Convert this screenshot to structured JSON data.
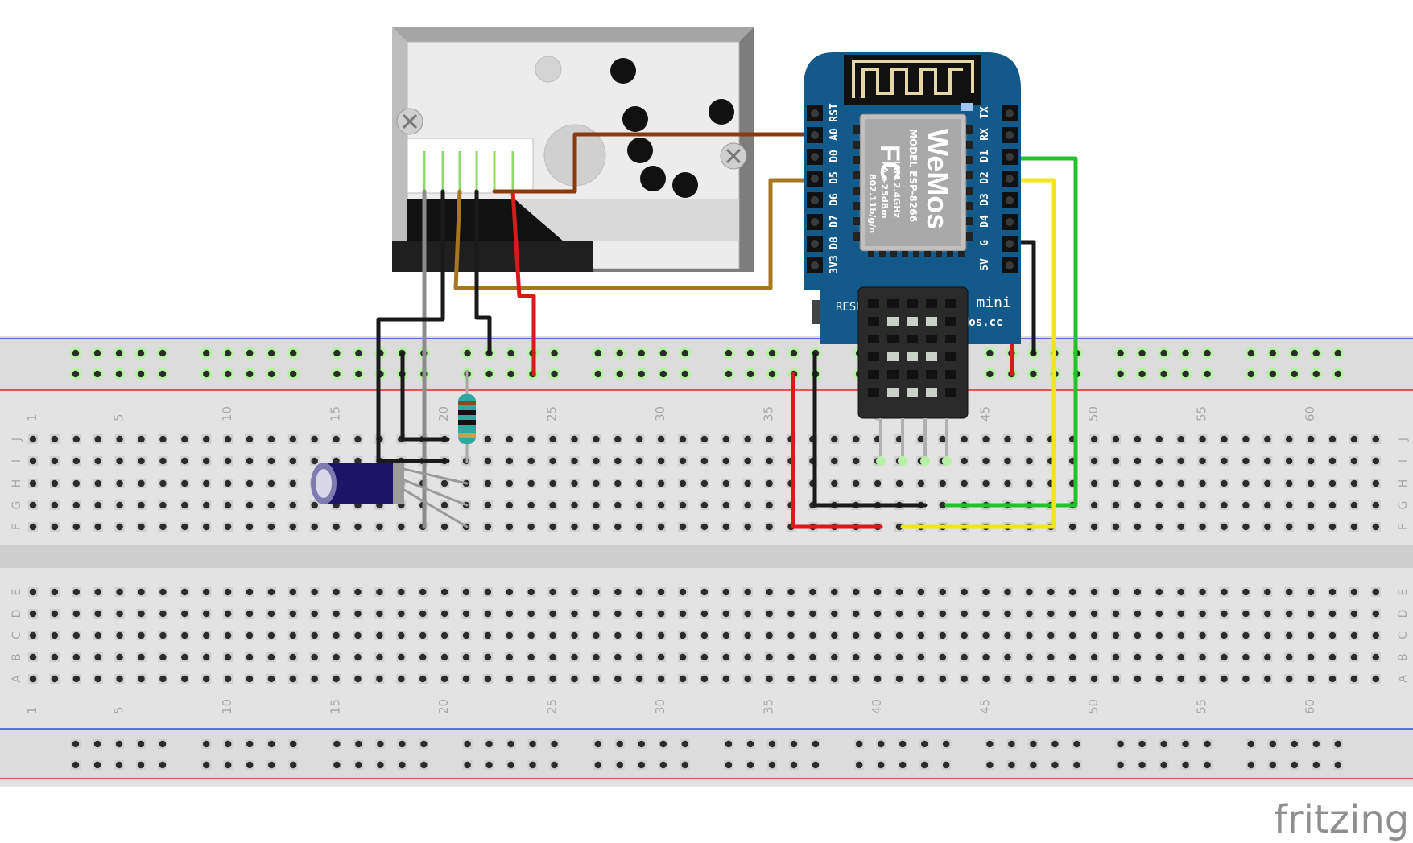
{
  "breadboard": {
    "column_numbers": [
      "1",
      "5",
      "10",
      "15",
      "20",
      "25",
      "30",
      "35",
      "40",
      "45",
      "50",
      "55",
      "60"
    ],
    "row_letters_top": [
      "J",
      "I",
      "H",
      "G",
      "F"
    ],
    "row_letters_bottom": [
      "E",
      "D",
      "C",
      "B",
      "A"
    ]
  },
  "board": {
    "left_pins": [
      "RST",
      "A0",
      "D0",
      "D5",
      "D6",
      "D7",
      "D8",
      "3V3"
    ],
    "right_pins": [
      "TX",
      "RX",
      "D1",
      "D2",
      "D3",
      "D4",
      "G",
      "5V"
    ],
    "module_brand": "WeMos",
    "module_model_line1": "MODEL  ESP-8266",
    "module_model_line2": "ISM 2.4GHz",
    "module_model_line3": "PA +25dBm",
    "module_model_line4": "802.11b/g/n",
    "fc_mark": "FC",
    "reset_label": "RESET",
    "board_name_partial": "D1 mini",
    "board_site_partial": "WeMos.cc"
  },
  "watermark": "fritzing",
  "colors": {
    "breadboard": "#e1e1e1",
    "rail_blue": "#2e45e0",
    "rail_red": "#e02424",
    "board_blue": "#135a8a",
    "wire_brown": "#8b3a0e",
    "wire_ochre": "#a8761e",
    "wire_red": "#d71a1a",
    "wire_black": "#1a1a1a",
    "wire_grey": "#8c8c8c",
    "wire_green": "#22c32a",
    "wire_yellow": "#f1e61b"
  }
}
